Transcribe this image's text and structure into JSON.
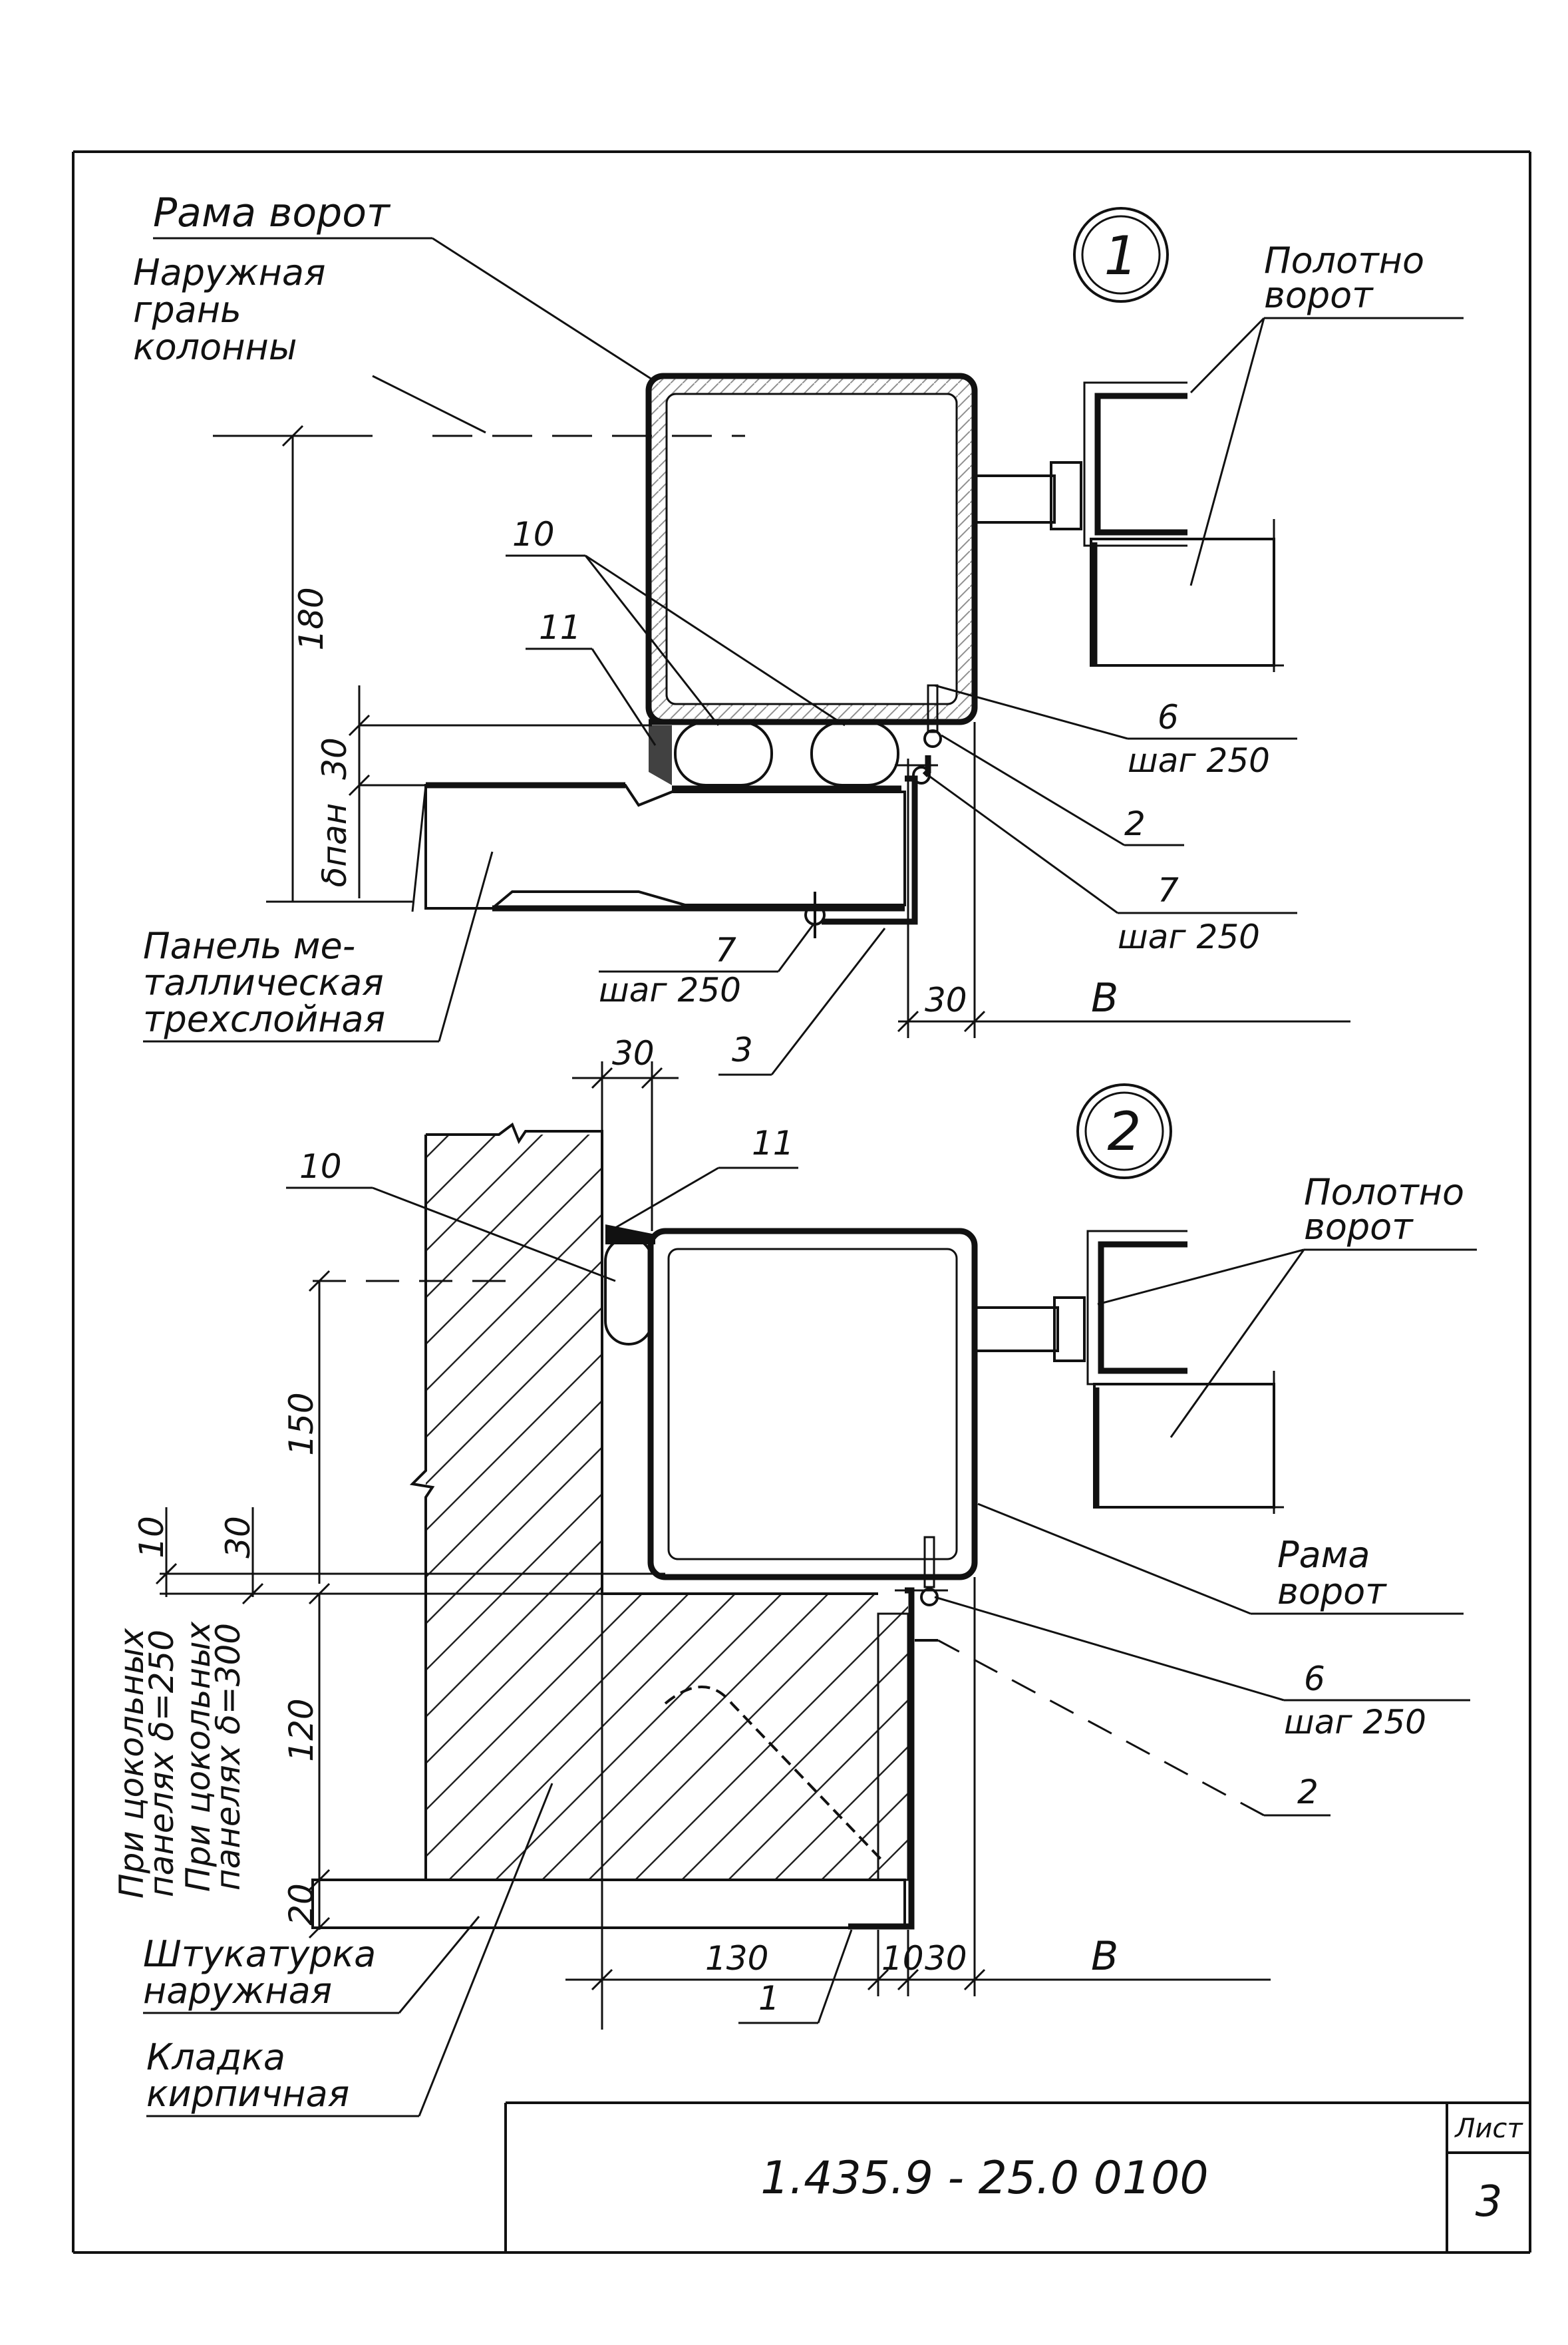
{
  "sheet": {
    "code": "1.435.9 - 25.0 0100",
    "sheet_label": "Лист",
    "sheet_number": "3"
  },
  "node1": {
    "marker": "1",
    "labels": {
      "frame": "Рама ворот",
      "column_face": [
        "Наружная",
        "грань",
        "колонны"
      ],
      "leaf": [
        "Полотно",
        "ворот"
      ],
      "panel": [
        "Панель  ме-",
        "таллическая",
        "трехслойная"
      ]
    },
    "callouts": {
      "c10": "10",
      "c11": "11",
      "c6": "6",
      "c6_step": "шаг  250",
      "c2": "2",
      "c7_right": "7",
      "c7_right_step": "шаг  250",
      "c7_left": "7",
      "c7_left_step": "шаг  250",
      "c3": "3"
    },
    "dimensions": {
      "d180": "180",
      "d30": "30",
      "dpan": "δпан",
      "d30_bottom": "30",
      "dB": "B"
    }
  },
  "node2": {
    "marker": "2",
    "labels": {
      "leaf": [
        "Полотно",
        "ворот"
      ],
      "frame": [
        "Рама",
        "ворот"
      ],
      "plaster": [
        "Штукатурка",
        "наружная"
      ],
      "brick": [
        "Кладка",
        "кирпичная"
      ],
      "vert1": [
        "При цокольных",
        "панелях δ=250"
      ],
      "vert2": [
        "При цокольных",
        "панелях δ=300"
      ]
    },
    "callouts": {
      "c11": "11",
      "c10": "10",
      "c6": "6",
      "c6_step": "шаг  250",
      "c2": "2",
      "c1": "1"
    },
    "dimensions": {
      "d30_top": "30",
      "d150": "150",
      "d10": "10",
      "d30_left": "30",
      "d120": "120",
      "d20": "20",
      "d130": "130",
      "d10_bottom": "10",
      "d30_bottom": "30",
      "dB": "B"
    }
  }
}
